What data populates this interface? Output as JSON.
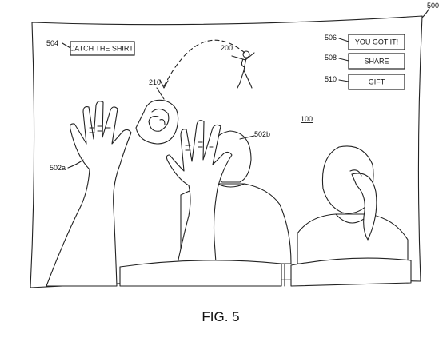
{
  "screen": {
    "ref_screen": "500",
    "ref_view": "100"
  },
  "prompt": {
    "ref": "504",
    "label": "CATCH THE SHIRT!"
  },
  "buttons": [
    {
      "ref": "506",
      "label": "YOU GOT IT!"
    },
    {
      "ref": "508",
      "label": "SHARE"
    },
    {
      "ref": "510",
      "label": "GIFT"
    }
  ],
  "performer": {
    "ref": "200"
  },
  "shirt": {
    "ref": "210"
  },
  "hands": {
    "left_ref": "502a",
    "right_ref": "502b"
  },
  "caption": "FIG. 5"
}
